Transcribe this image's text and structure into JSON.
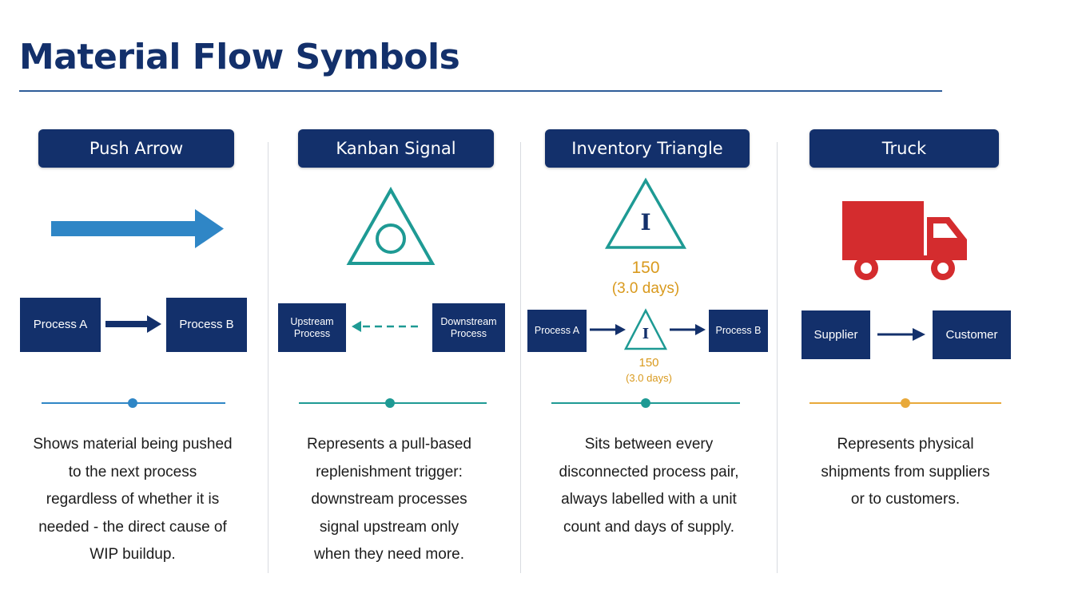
{
  "title": "Material Flow Symbols",
  "colors": {
    "navy": "#13306b",
    "blue_arrow": "#2f86c6",
    "teal": "#1e9a94",
    "amber": "#d99a1e",
    "red": "#d42c2e"
  },
  "columns": [
    {
      "heading": "Push Arrow",
      "icon": "push-arrow-icon",
      "example": {
        "from": "Process A",
        "to": "Process B"
      },
      "description": [
        "Shows material being pushed",
        "to the next process",
        "regardless of whether it is",
        "needed - the direct cause of",
        "WIP buildup."
      ]
    },
    {
      "heading": "Kanban Signal",
      "icon": "kanban-signal-icon",
      "example": {
        "from": "Upstream\nProcess",
        "to": "Downstream\nProcess"
      },
      "description": [
        "Represents a pull-based",
        "replenishment trigger:",
        "downstream processes",
        "signal upstream only",
        "when they need more."
      ]
    },
    {
      "heading": "Inventory Triangle",
      "icon": "inventory-triangle-icon",
      "symbol_letter": "I",
      "quantity": "150",
      "days": "(3.0 days)",
      "example": {
        "from": "Process A",
        "to": "Process B",
        "quantity": "150",
        "days": "(3.0 days)"
      },
      "description": [
        "Sits between every",
        "disconnected process pair,",
        "always labelled with a unit",
        "count and days of supply."
      ]
    },
    {
      "heading": "Truck",
      "icon": "truck-icon",
      "example": {
        "from": "Supplier",
        "to": "Customer"
      },
      "description": [
        "Represents physical",
        "shipments from suppliers",
        "or to customers."
      ]
    }
  ]
}
